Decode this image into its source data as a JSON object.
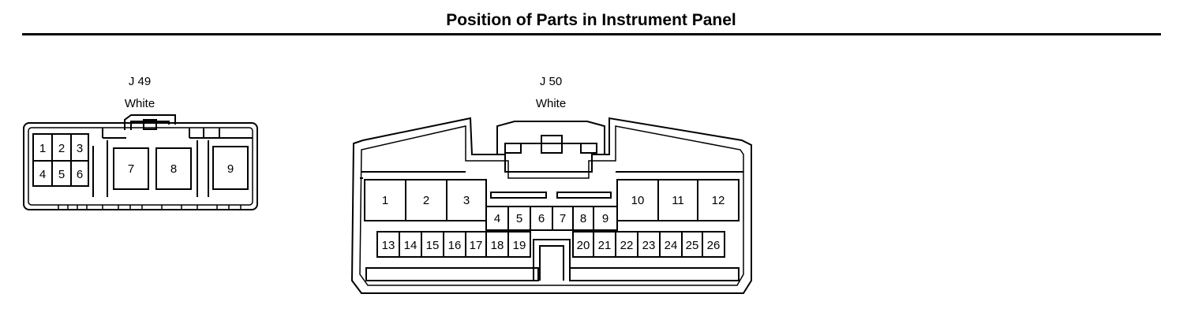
{
  "page": {
    "title": "Position of Parts in Instrument Panel"
  },
  "connectors": [
    {
      "id": "J 49",
      "color": "White",
      "pins": [
        "1",
        "2",
        "3",
        "4",
        "5",
        "6",
        "7",
        "8",
        "9"
      ]
    },
    {
      "id": "J 50",
      "color": "White",
      "pins": [
        "1",
        "2",
        "3",
        "4",
        "5",
        "6",
        "7",
        "8",
        "9",
        "10",
        "11",
        "12",
        "13",
        "14",
        "15",
        "16",
        "17",
        "18",
        "19",
        "20",
        "21",
        "22",
        "23",
        "24",
        "25",
        "26"
      ]
    }
  ]
}
